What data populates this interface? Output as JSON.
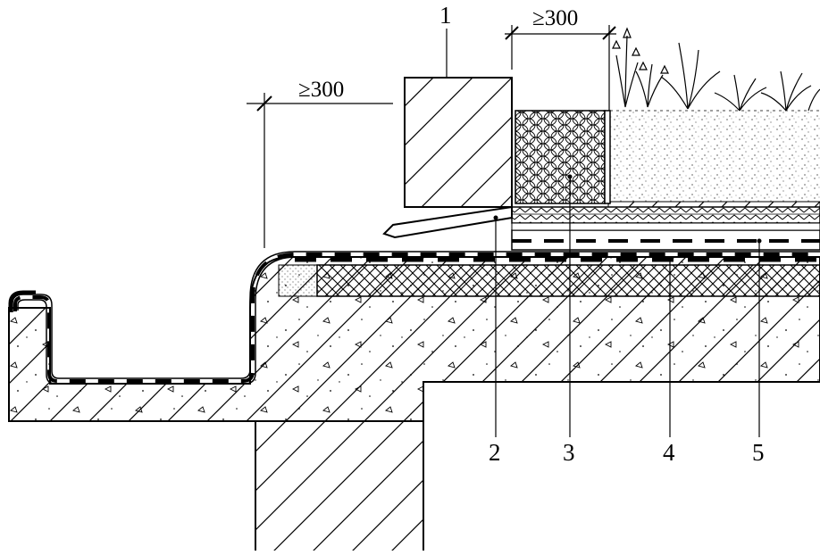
{
  "diagram": {
    "callouts": [
      {
        "id": "1",
        "label": "1"
      },
      {
        "id": "2",
        "label": "2"
      },
      {
        "id": "3",
        "label": "3"
      },
      {
        "id": "4",
        "label": "4"
      },
      {
        "id": "5",
        "label": "5"
      }
    ],
    "dimensions": {
      "left": "≥300",
      "right": "≥300"
    },
    "colors": {
      "line": "#000000",
      "background": "#ffffff"
    }
  }
}
